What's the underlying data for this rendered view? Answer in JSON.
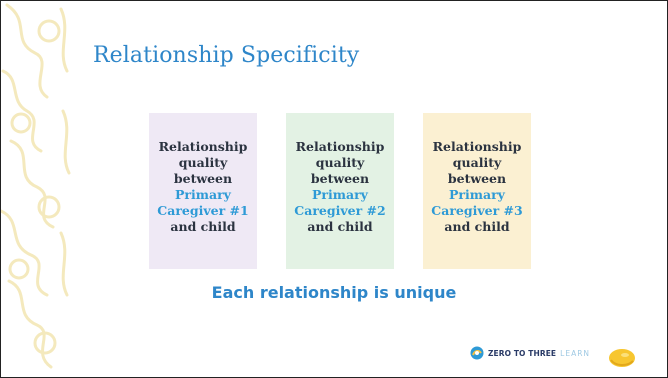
{
  "slide": {
    "title": "Relationship Specificity",
    "cards": [
      {
        "lines": [
          "Relationship",
          "quality",
          "between"
        ],
        "accent_lines": [
          "Primary",
          "Caregiver #1"
        ],
        "closing": "and child",
        "color": "#efe9f5"
      },
      {
        "lines": [
          "Relationship",
          "quality",
          "between"
        ],
        "accent_lines": [
          "Primary",
          "Caregiver #2"
        ],
        "closing": "and child",
        "color": "#e3f2e4"
      },
      {
        "lines": [
          "Relationship",
          "quality",
          "between"
        ],
        "accent_lines": [
          "Primary",
          "Caregiver #3"
        ],
        "closing": "and child",
        "color": "#fbf0d2"
      }
    ],
    "tagline": "Each relationship is unique"
  },
  "footer": {
    "logo_brand": "ZERO TO THREE",
    "logo_learn": "LEARN",
    "logo_icon": "zero-to-three-logo-icon",
    "corner_icon": "lemon-icon"
  },
  "colors": {
    "title": "#2e86c9",
    "accent": "#2e9ad6",
    "body_text": "#2b3340",
    "deco": "#f6edc6"
  }
}
